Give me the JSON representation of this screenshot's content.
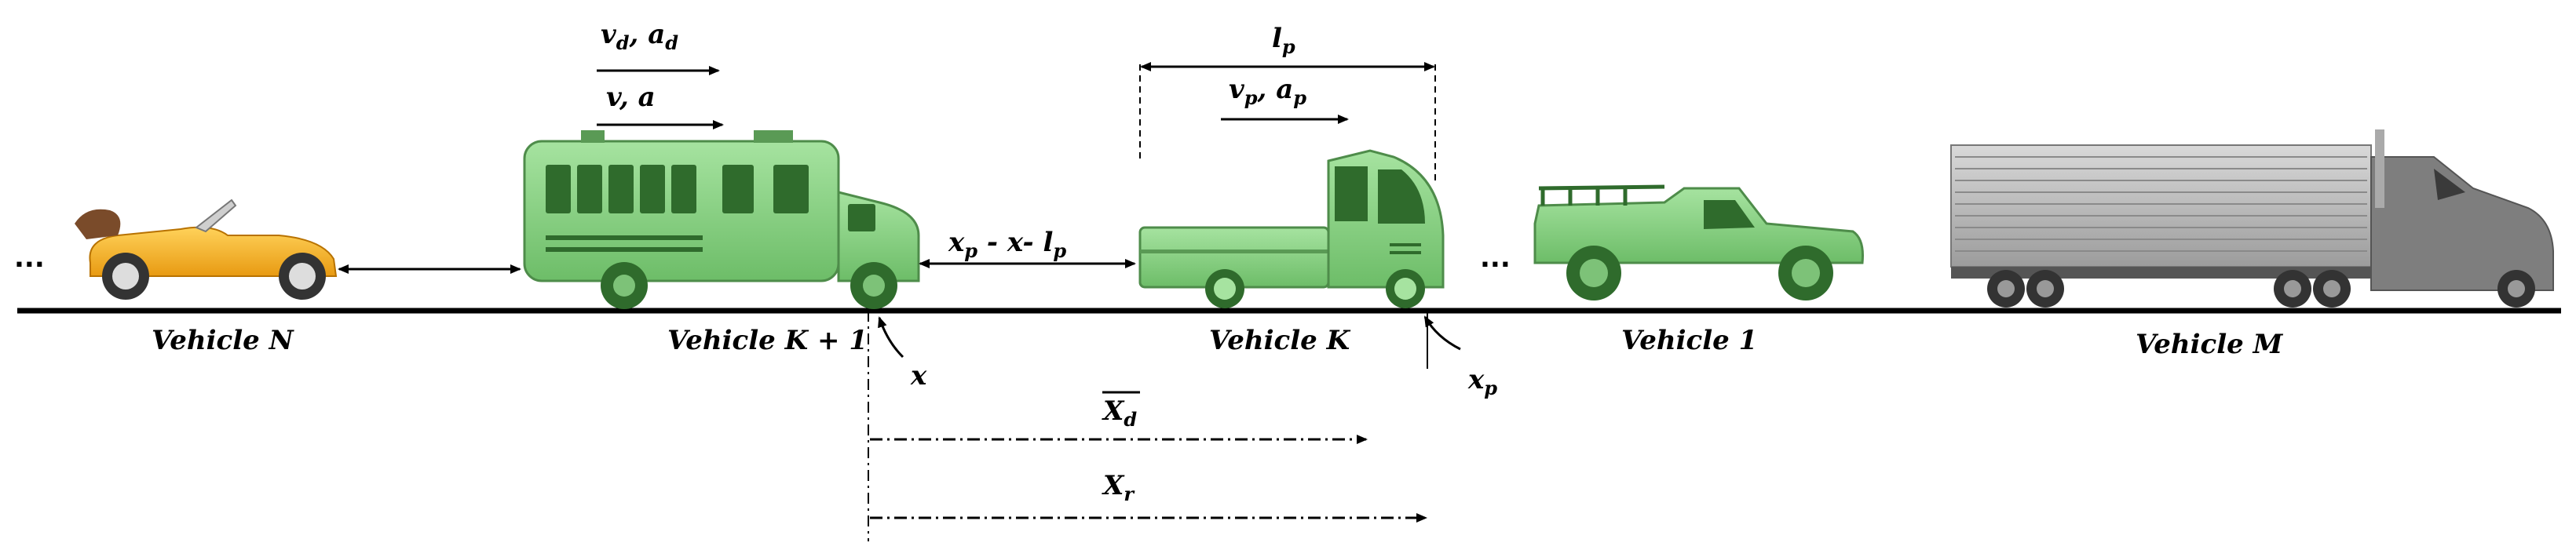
{
  "vehicles": {
    "n": "Vehicle N",
    "k1": "Vehicle K + 1",
    "k": "Vehicle K",
    "one": "Vehicle 1",
    "m": "Vehicle M"
  },
  "ellipsis": "...",
  "labels": {
    "vd_base": "v",
    "vd_sub": "d",
    "ad_base": "a",
    "ad_sub": "d",
    "v": "v",
    "a": "a",
    "sep": ", ",
    "lp_base": "l",
    "lp_sub": "p",
    "vp_base": "v",
    "vp_sub": "p",
    "ap_base": "a",
    "ap_sub": "p",
    "gap_xp": "x",
    "gap_xp_sub": "p",
    "gap_mid": " - x- ",
    "gap_lp": "l",
    "gap_lp_sub": "p",
    "x": "x",
    "xp_base": "x",
    "xp_sub": "p",
    "xd_base": "X",
    "xd_sub": "d",
    "xr_base": "X",
    "xr_sub": "r"
  },
  "colors": {
    "green_body": "#8ED88A",
    "green_dark": "#3E7D3A",
    "car_yellow": "#F4B324",
    "truck_gray": "#9A9A9A",
    "ground": "#000000"
  }
}
